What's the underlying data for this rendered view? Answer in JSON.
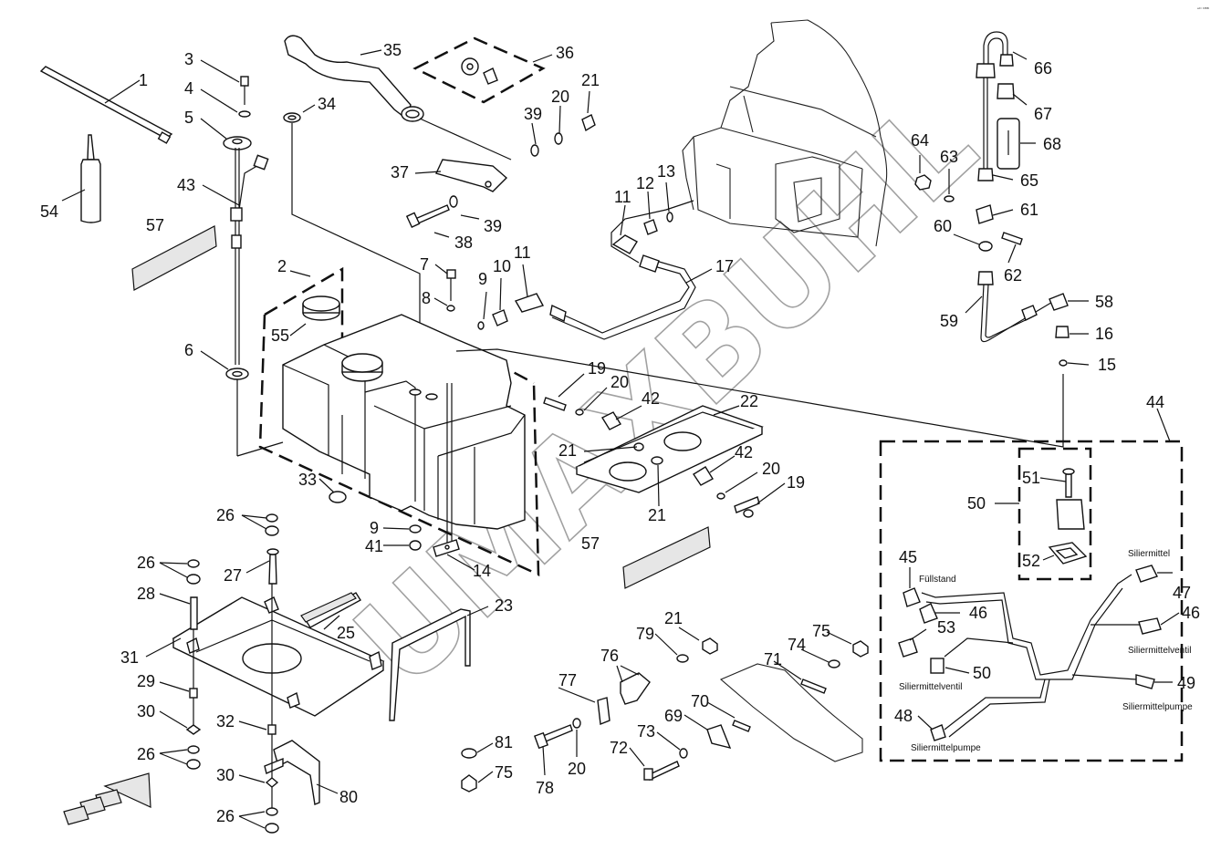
{
  "corner_mark": "ᵉᴰ ᴰᴮᴮ",
  "watermark": "UMAXBUHL",
  "callouts": {
    "c1": "1",
    "c2": "2",
    "c3": "3",
    "c4": "4",
    "c5": "5",
    "c6": "6",
    "c7": "7",
    "c8": "8",
    "c9a": "9",
    "c9b": "9",
    "c10": "10",
    "c11a": "11",
    "c11b": "11",
    "c12": "12",
    "c13": "13",
    "c14": "14",
    "c15": "15",
    "c16": "16",
    "c17": "17",
    "c19a": "19",
    "c19b": "19",
    "c20a": "20",
    "c20b": "20",
    "c20c": "20",
    "c20d": "20",
    "c21a": "21",
    "c21b": "21",
    "c21c": "21",
    "c21d": "21",
    "c22": "22",
    "c23": "23",
    "c25": "25",
    "c26a": "26",
    "c26b": "26",
    "c26c": "26",
    "c26d": "26",
    "c27": "27",
    "c28": "28",
    "c29": "29",
    "c30a": "30",
    "c30b": "30",
    "c31": "31",
    "c32": "32",
    "c33": "33",
    "c34": "34",
    "c35": "35",
    "c36": "36",
    "c37": "37",
    "c38": "38",
    "c39a": "39",
    "c39b": "39",
    "c41": "41",
    "c42a": "42",
    "c42b": "42",
    "c43": "43",
    "c44": "44",
    "c45": "45",
    "c46a": "46",
    "c46b": "46",
    "c47": "47",
    "c48": "48",
    "c49": "49",
    "c50a": "50",
    "c50b": "50",
    "c51": "51",
    "c52": "52",
    "c53": "53",
    "c54": "54",
    "c55": "55",
    "c57a": "57",
    "c57b": "57",
    "c58": "58",
    "c59": "59",
    "c60": "60",
    "c61": "61",
    "c62": "62",
    "c63": "63",
    "c64": "64",
    "c65": "65",
    "c66": "66",
    "c67": "67",
    "c68": "68",
    "c69": "69",
    "c70": "70",
    "c71": "71",
    "c72": "72",
    "c73": "73",
    "c74": "74",
    "c75a": "75",
    "c75b": "75",
    "c76": "76",
    "c77": "77",
    "c78": "78",
    "c79": "79",
    "c80": "80",
    "c81": "81"
  },
  "wiring_labels": {
    "fuellstand": "Füllstand",
    "siliermittel": "Siliermittel",
    "siliermittelventil_right": "Siliermittelventil",
    "siliermittelventil_left": "Siliermittelventil",
    "siliermittelpumpe_right": "Siliermittelpumpe",
    "siliermittelpumpe_left": "Siliermittelpumpe"
  }
}
